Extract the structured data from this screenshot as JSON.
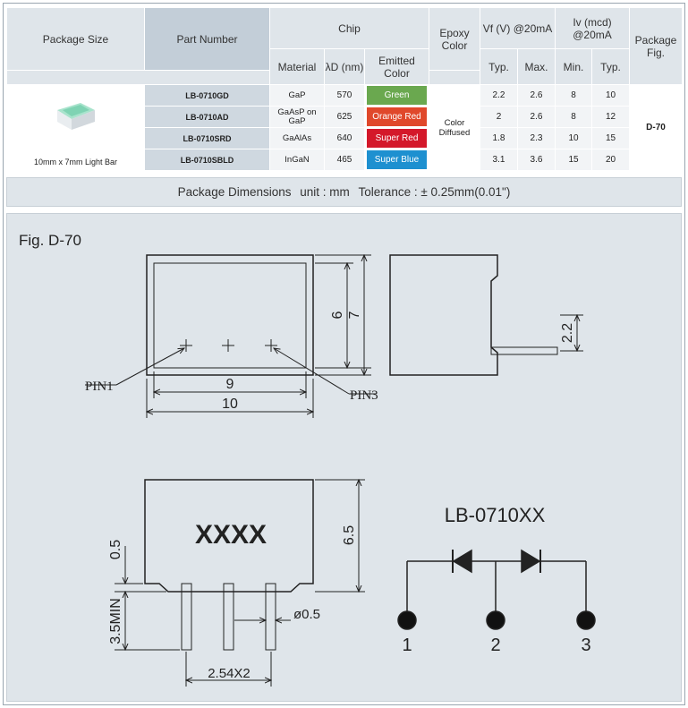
{
  "table": {
    "headers": {
      "package_size": "Package Size",
      "part_number": "Part Number",
      "chip": "Chip",
      "material": "Material",
      "wavelength": "λD (nm)",
      "emitted_color": "Emitted Color",
      "epoxy_color": "Epoxy Color",
      "vf": "Vf (V) @20mA",
      "iv": "Iv (mcd) @20mA",
      "package_fig": "Package Fig.",
      "typ": "Typ.",
      "max": "Max.",
      "min": "Min.",
      "typ2": "Typ."
    },
    "package_caption": "10mm x 7mm Light Bar",
    "epoxy_value": "Color Diffused",
    "fig_value": "D-70",
    "rows": [
      {
        "part": "LB-0710GD",
        "material": "GaP",
        "wavelength": "570",
        "color": "Green",
        "color_hex": "#6aa84f",
        "vf_typ": "2.2",
        "vf_max": "2.6",
        "iv_min": "8",
        "iv_typ": "10"
      },
      {
        "part": "LB-0710AD",
        "material": "GaAsP on GaP",
        "wavelength": "625",
        "color": "Orange Red",
        "color_hex": "#e0482b",
        "vf_typ": "2",
        "vf_max": "2.6",
        "iv_min": "8",
        "iv_typ": "12"
      },
      {
        "part": "LB-0710SRD",
        "material": "GaAlAs",
        "wavelength": "640",
        "color": "Super Red",
        "color_hex": "#d4182a",
        "vf_typ": "1.8",
        "vf_max": "2.3",
        "iv_min": "10",
        "iv_typ": "15"
      },
      {
        "part": "LB-0710SBLD",
        "material": "InGaN",
        "wavelength": "465",
        "color": "Super Blue",
        "color_hex": "#1e90d0",
        "vf_typ": "3.1",
        "vf_max": "3.6",
        "iv_min": "15",
        "iv_typ": "20"
      }
    ]
  },
  "banner": {
    "title": "Package Dimensions",
    "unit": "unit : mm",
    "tolerance": "Tolerance : ± 0.25mm(0.01\")"
  },
  "figure": {
    "title": "Fig. D-70",
    "pin1_label": "PIN1",
    "pin3_label": "PIN3",
    "dim_9": "9",
    "dim_10": "10",
    "dim_6": "6",
    "dim_7": "7",
    "dim_2_2": "2.2",
    "marking": "XXXX",
    "dim_6_5": "6.5",
    "dim_0_5": "0.5",
    "dim_3_5min": "3.5MIN",
    "dim_pin_dia": "ø0.5",
    "dim_pitch": "2.54X2",
    "circuit_title": "LB-0710XX",
    "pin_numbers": [
      "1",
      "2",
      "3"
    ]
  }
}
